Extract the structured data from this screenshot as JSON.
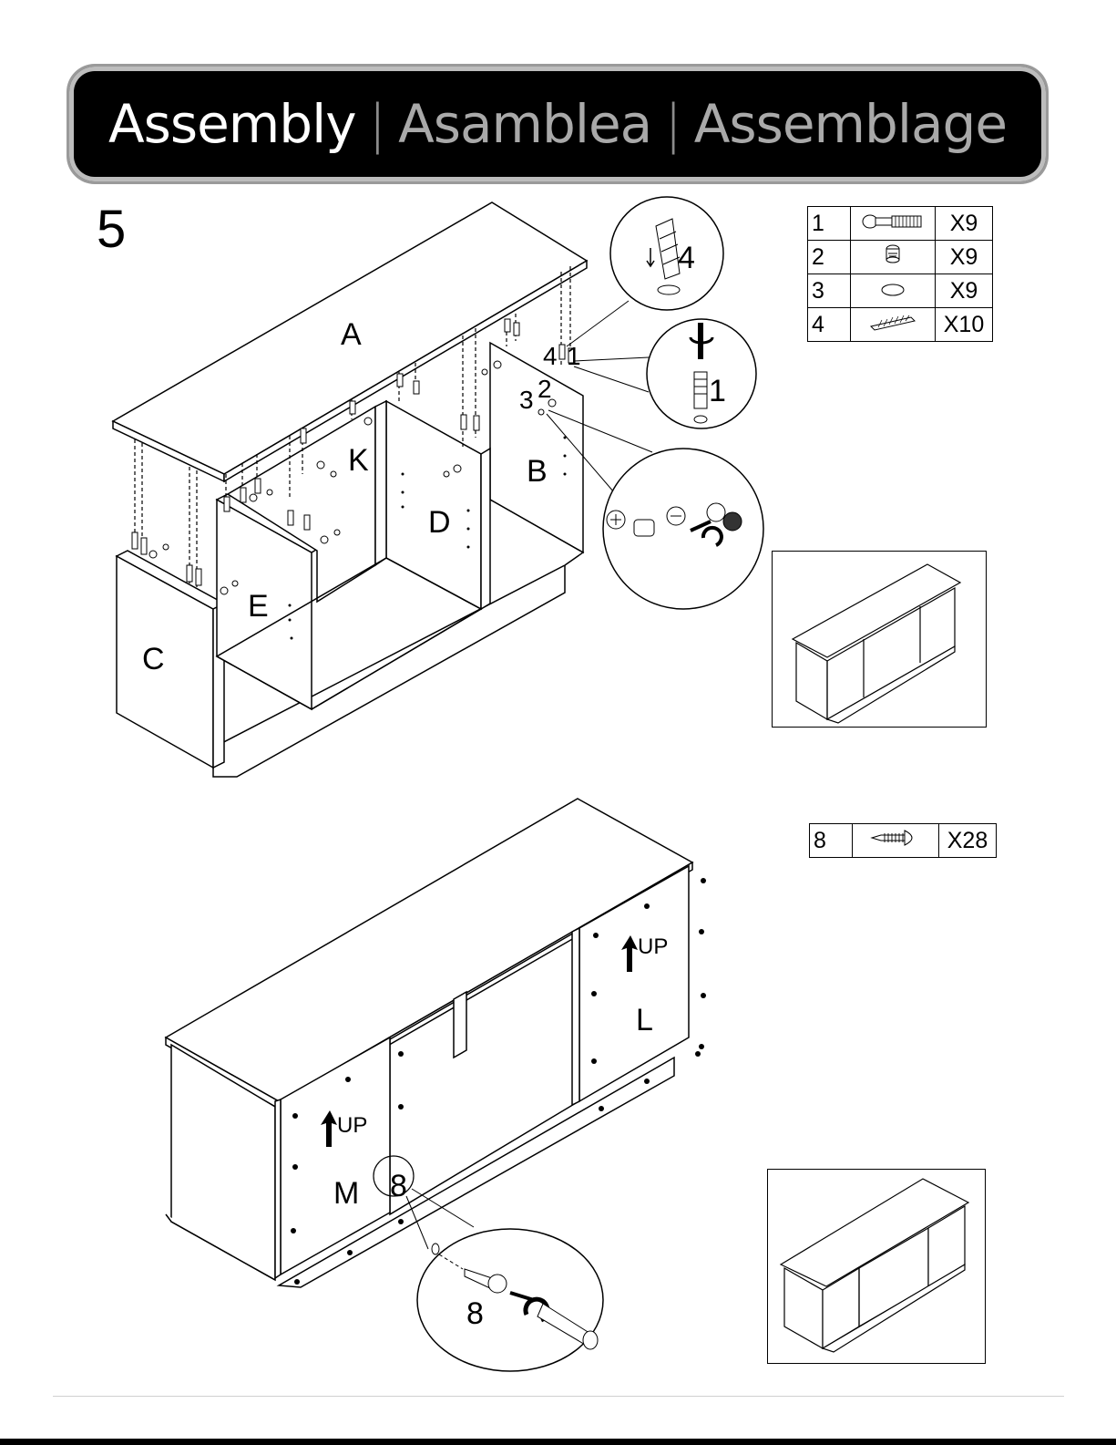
{
  "banner": {
    "en": "Assembly",
    "sep1": "|",
    "es": "Asamblea",
    "sep2": "|",
    "fr": "Assemblage"
  },
  "step": "5",
  "parts_top": [
    {
      "num": "1",
      "icon": "cam-bolt-icon",
      "qty": "X9"
    },
    {
      "num": "2",
      "icon": "cam-lock-icon",
      "qty": "X9"
    },
    {
      "num": "3",
      "icon": "cam-cover-icon",
      "qty": "X9"
    },
    {
      "num": "4",
      "icon": "wood-dowel-icon",
      "qty": "X10"
    }
  ],
  "parts_bottom": [
    {
      "num": "8",
      "icon": "screw-icon",
      "qty": "X28"
    }
  ],
  "labels_top": {
    "a": "A",
    "b": "B",
    "c": "C",
    "d": "D",
    "e": "E",
    "k": "K",
    "call_4": "4",
    "call_1": "1",
    "call_2": "2",
    "call_3": "3",
    "detail_4": "4",
    "detail_1": "1"
  },
  "labels_bottom": {
    "l": "L",
    "m": "M",
    "up1": "UP",
    "up2": "UP",
    "call_8": "8",
    "detail_8": "8"
  }
}
